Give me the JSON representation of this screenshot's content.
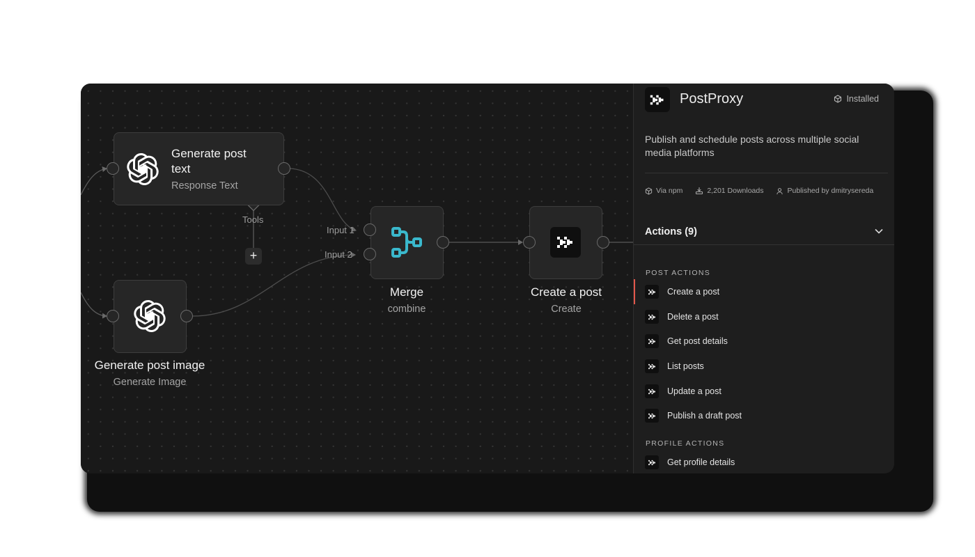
{
  "canvas": {
    "nodes": [
      {
        "id": "generate-post-text",
        "title_line1": "Generate post",
        "title_line2": "text",
        "subtitle": "Response Text",
        "icon": "openai-icon",
        "handle_label": "Tools",
        "add_button": "+"
      },
      {
        "id": "generate-post-image",
        "title": "Generate post image",
        "subtitle": "Generate Image",
        "icon": "openai-icon"
      },
      {
        "id": "merge",
        "title": "Merge",
        "subtitle": "combine",
        "icon": "merge-icon",
        "inputs": [
          "Input 1",
          "Input 2"
        ],
        "icon_color": "#3ab8cc"
      },
      {
        "id": "create-a-post",
        "title": "Create a post",
        "subtitle": "Create",
        "icon": "postproxy-icon"
      }
    ]
  },
  "panel": {
    "title": "PostProxy",
    "status": "Installed",
    "description": "Publish and schedule posts across multiple social media platforms",
    "meta": {
      "source": "Via npm",
      "downloads": "2,201 Downloads",
      "publisher": "Published by dmitrysereda"
    },
    "actions_header": "Actions (9)",
    "sections": [
      {
        "label": "POST ACTIONS",
        "items": [
          {
            "label": "Create a post",
            "selected": true
          },
          {
            "label": "Delete a post"
          },
          {
            "label": "Get post details"
          },
          {
            "label": "List posts"
          },
          {
            "label": "Update a post"
          },
          {
            "label": "Publish a draft post"
          }
        ]
      },
      {
        "label": "PROFILE ACTIONS",
        "items": [
          {
            "label": "Get profile details"
          }
        ]
      }
    ],
    "accent_color": "#e3574b"
  }
}
